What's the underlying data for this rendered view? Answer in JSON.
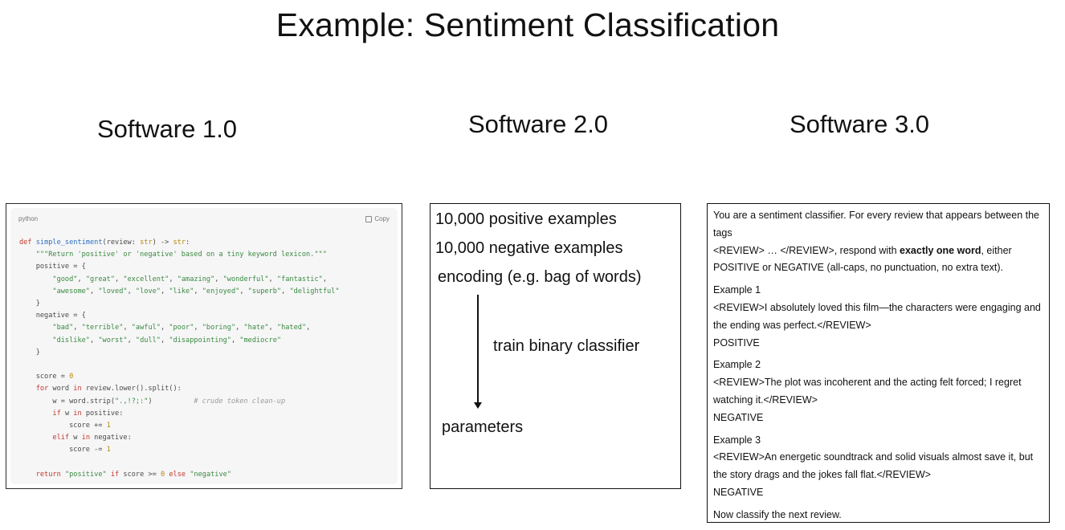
{
  "title": "Example: Sentiment Classification",
  "columns": {
    "software1": "Software 1.0",
    "software2": "Software 2.0",
    "software3": "Software 3.0"
  },
  "code_panel": {
    "language": "python",
    "copy_label": "Copy",
    "code_lines": [
      "def simple_sentiment(review: str) -> str:",
      "    \"\"\"Return 'positive' or 'negative' based on a tiny keyword lexicon.\"\"\"",
      "    positive = {",
      "        \"good\", \"great\", \"excellent\", \"amazing\", \"wonderful\", \"fantastic\",",
      "        \"awesome\", \"loved\", \"love\", \"like\", \"enjoyed\", \"superb\", \"delightful\"",
      "    }",
      "    negative = {",
      "        \"bad\", \"terrible\", \"awful\", \"poor\", \"boring\", \"hate\", \"hated\",",
      "        \"dislike\", \"worst\", \"dull\", \"disappointing\", \"mediocre\"",
      "    }",
      "",
      "    score = 0",
      "    for word in review.lower().split():",
      "        w = word.strip(\".,!?;:\")          # crude token clean-up",
      "        if w in positive:",
      "            score += 1",
      "        elif w in negative:",
      "            score -= 1",
      "",
      "    return \"positive\" if score >= 0 else \"negative\""
    ]
  },
  "software2_panel": {
    "line1": "10,000 positive examples",
    "line2": "10,000 negative examples",
    "line3": "encoding (e.g. bag of words)",
    "arrow_label": "train binary classifier",
    "output": "parameters"
  },
  "software3_panel": {
    "intro_1": "You are a sentiment classifier. For every review that appears between the tags",
    "intro_2_pre": "<REVIEW> … </REVIEW>, respond with ",
    "intro_2_bold": "exactly one word",
    "intro_2_post": ", either",
    "intro_3": "POSITIVE or NEGATIVE (all-caps, no punctuation, no extra text).",
    "ex1_title": "Example 1",
    "ex1_text": "<REVIEW>I absolutely loved this film—the characters were engaging and the ending was perfect.</REVIEW>",
    "ex1_label": "POSITIVE",
    "ex2_title": "Example 2",
    "ex2_text": "<REVIEW>The plot was incoherent and the acting felt forced; I regret watching it.</REVIEW>",
    "ex2_label": "NEGATIVE",
    "ex3_title": "Example 3",
    "ex3_text": "<REVIEW>An energetic soundtrack and solid visuals almost save it, but the story drags and the jokes fall flat.</REVIEW>",
    "ex3_label": "NEGATIVE",
    "outro": "Now classify the next review."
  },
  "colors": {
    "keyword": "#c0392b",
    "function": "#2f6fbf",
    "string": "#3a8a3f",
    "comment": "#9a9a9a",
    "number": "#b8860b"
  },
  "icons": {
    "copy": "copy-icon"
  }
}
